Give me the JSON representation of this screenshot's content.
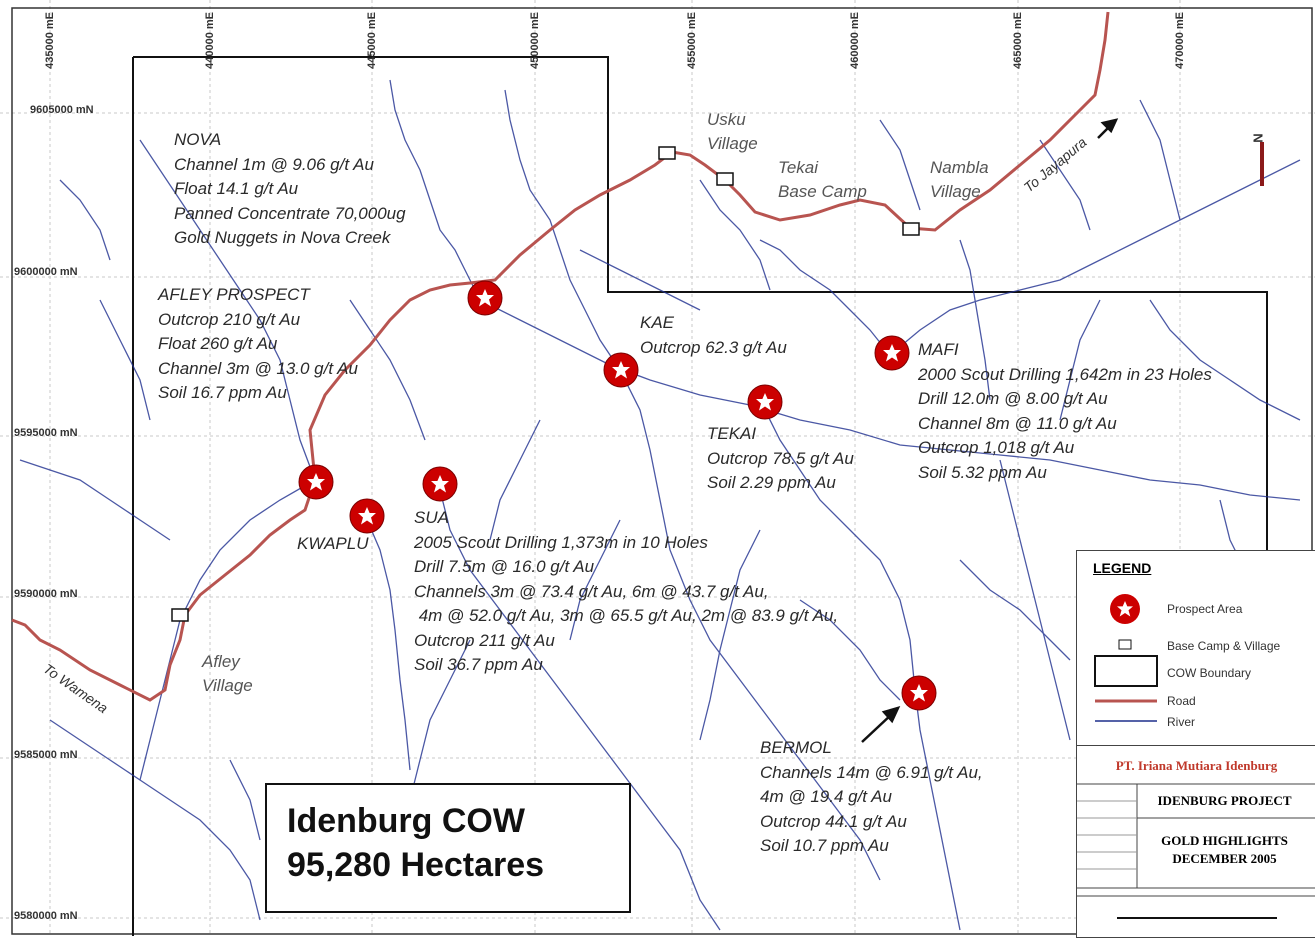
{
  "grid": {
    "eastings": [
      "435000 mE",
      "440000 mE",
      "445000 mE",
      "450000 mE",
      "455000 mE",
      "460000 mE",
      "465000 mE",
      "470000 mE"
    ],
    "northings": [
      "9605000 mN",
      "9600000 mN",
      "9595000 mN",
      "9590000 mN",
      "9585000 mN",
      "9580000 mN"
    ]
  },
  "prospects": {
    "nova": {
      "title": "NOVA",
      "lines": [
        "Channel 1m @ 9.06 g/t Au",
        "Float 14.1 g/t Au",
        "Panned Concentrate 70,000ug",
        "Gold Nuggets in Nova Creek"
      ]
    },
    "afley": {
      "title": "AFLEY PROSPECT",
      "lines": [
        "Outcrop 210 g/t Au",
        "Float 260 g/t Au",
        "Channel 3m @ 13.0 g/t Au",
        "Soil 16.7 ppm Au"
      ]
    },
    "kae": {
      "title": "KAE",
      "lines": [
        "Outcrop 62.3 g/t Au"
      ]
    },
    "mafi": {
      "title": "MAFI",
      "lines": [
        "2000 Scout Drilling 1,642m in 23 Holes",
        "Drill 12.0m @ 8.00 g/t Au",
        "Channel 8m @ 11.0 g/t Au",
        "Outcrop 1,018 g/t Au",
        "Soil 5.32 ppm Au"
      ]
    },
    "tekai": {
      "title": "TEKAI",
      "lines": [
        "Outcrop 78.5 g/t Au",
        "Soil 2.29 ppm Au"
      ]
    },
    "sua": {
      "title": "SUA",
      "lines": [
        "2005 Scout Drilling 1,373m in 10 Holes",
        "Drill 7.5m @ 16.0 g/t Au",
        "Channels 3m @ 73.4 g/t Au, 6m @ 43.7 g/t Au,",
        " 4m @ 52.0 g/t Au, 3m @ 65.5 g/t Au, 2m @ 83.9 g/t Au,",
        "Outcrop 211 g/t Au",
        "Soil 36.7 ppm Au"
      ]
    },
    "kwaplu": {
      "title": "KWAPLU"
    },
    "bermol": {
      "title": "BERMOL",
      "lines": [
        "Channels 14m @ 6.91 g/t Au,",
        "4m @ 19.4 g/t Au",
        "Outcrop 44.1 g/t Au",
        "Soil 10.7 ppm Au"
      ]
    }
  },
  "places": {
    "usku": [
      "Usku",
      "Village"
    ],
    "tekai_camp": [
      "Tekai",
      "Base Camp"
    ],
    "nambla": [
      "Nambla",
      "Village"
    ],
    "afley_village": [
      "Afley",
      "Village"
    ],
    "to_jayapura": "To Jayapura",
    "to_wamena": "To Wamena",
    "north": "N"
  },
  "cow": {
    "line1": "Idenburg COW",
    "line2": "95,280 Hectares"
  },
  "legend": {
    "title": "LEGEND",
    "items": [
      "Prospect Area",
      "Base Camp & Village",
      "COW Boundary",
      "Road",
      "River"
    ]
  },
  "title_block": {
    "company": "PT. Iriana Mutiara Idenburg",
    "project": "IDENBURG PROJECT",
    "line1": "GOLD HIGHLIGHTS",
    "line2": "DECEMBER 2005"
  },
  "colors": {
    "road": "#b85450",
    "river": "#1f2f8f",
    "prospect": "#cc0000"
  }
}
